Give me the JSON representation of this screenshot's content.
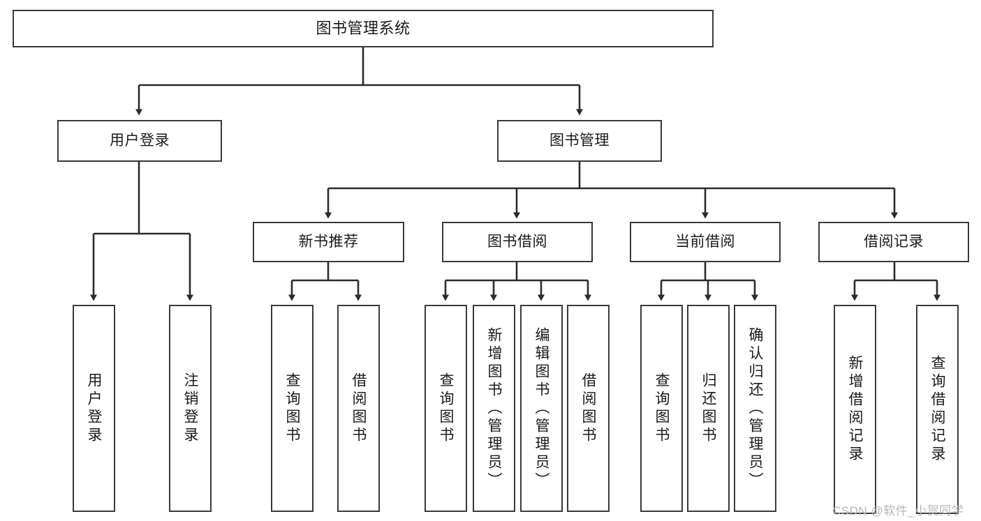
{
  "diagram": {
    "title": "图书管理系统",
    "type": "tree-hierarchy-diagram",
    "levels": 4,
    "colors": {
      "box_border": "#3a3a3a",
      "box_fill": "#ffffff",
      "connector": "#2b2b2b",
      "text": "#1a1a1a",
      "watermark": "#b7b7b7"
    },
    "nodes": {
      "root": "图书管理系统",
      "level2": {
        "user_login": "用户登录",
        "book_management": "图书管理"
      },
      "level3": {
        "new_book_recommend": "新书推荐",
        "book_borrow": "图书借阅",
        "current_borrow": "当前借阅",
        "borrow_record": "借阅记录"
      },
      "leaves": {
        "user_login_children": [
          "用户登录",
          "注销登录"
        ],
        "new_book_recommend_children": [
          "查询图书",
          "借阅图书"
        ],
        "book_borrow_children": [
          "查询图书",
          "新增图书（管理员）",
          "编辑图书（管理员）",
          "借阅图书"
        ],
        "current_borrow_children": [
          "查询图书",
          "归还图书",
          "确认归还（管理员）"
        ],
        "borrow_record_children": [
          "新增借阅记录",
          "查询借阅记录"
        ]
      }
    },
    "watermark": "CSDN @软件_小贺同学"
  }
}
